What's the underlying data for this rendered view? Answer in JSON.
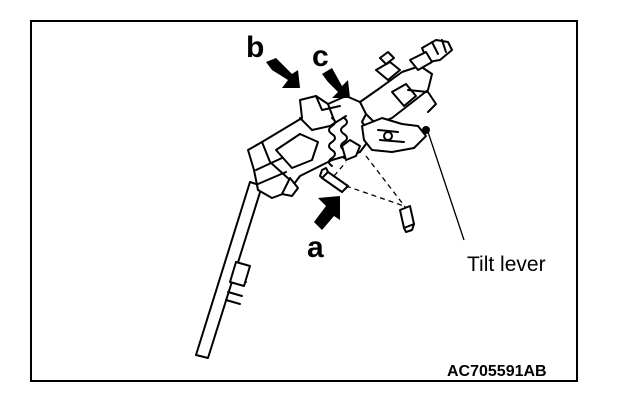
{
  "callouts": {
    "a": "a",
    "b": "b",
    "c": "c"
  },
  "labels": {
    "tilt_lever": "Tilt lever"
  },
  "figure_code": "AC705591AB",
  "colors": {
    "line": "#000000",
    "background": "#ffffff"
  }
}
